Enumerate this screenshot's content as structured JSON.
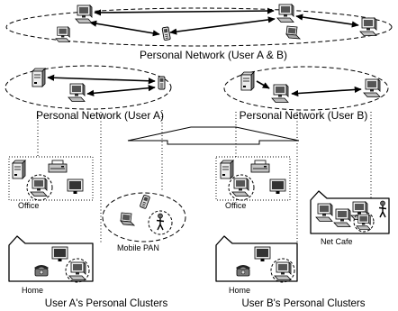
{
  "networks": {
    "shared": {
      "label": "Personal Network (User A & B)"
    },
    "user_a": {
      "label": "Personal Network (User A)"
    },
    "user_b": {
      "label": "Personal Network (User B)"
    }
  },
  "clusters": {
    "user_a": {
      "office": "Office",
      "mobile_pan": "Mobile PAN",
      "home": "Home",
      "caption": "User A's Personal Clusters"
    },
    "user_b": {
      "office": "Office",
      "net_cafe": "Net Cafe",
      "home": "Home",
      "caption": "User B's Personal Clusters"
    }
  },
  "icons": [
    "desktop-pc-icon",
    "server-icon",
    "mobile-phone-icon",
    "laptop-icon",
    "printer-icon",
    "monitor-icon",
    "desk-phone-icon",
    "person-icon",
    "house-icon"
  ],
  "colors": {
    "line": "#000000",
    "background": "#ffffff",
    "device_body": "#e0e0e0",
    "device_screen": "#555555"
  }
}
